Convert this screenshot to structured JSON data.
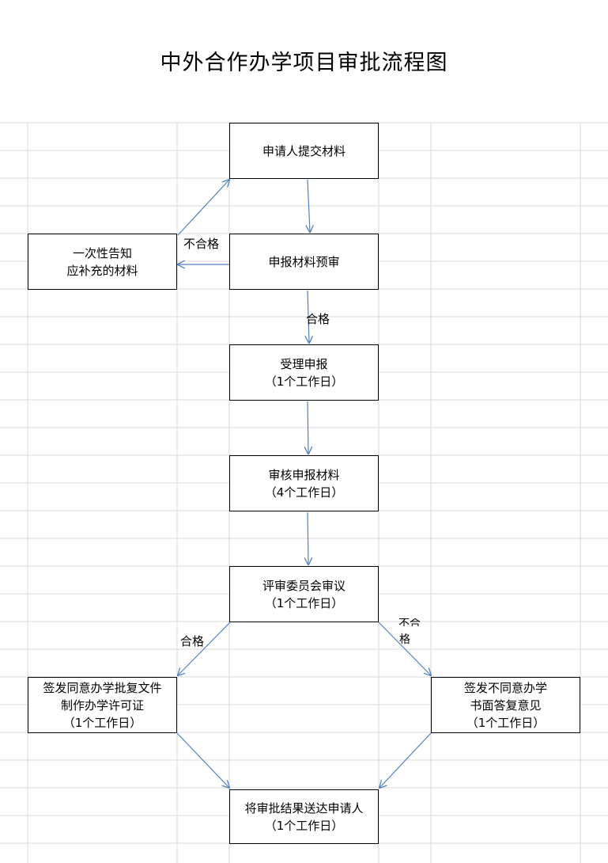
{
  "title": "中外合作办学项目审批流程图",
  "colors": {
    "grid": "#d9d9d9",
    "arrow": "#4f81bd",
    "box_border": "#000000"
  },
  "nodes": {
    "submit": {
      "line1": "申请人提交材料"
    },
    "precheck": {
      "line1": "申报材料预审"
    },
    "notify": {
      "line1": "一次性告知",
      "line2": "应补充的材料"
    },
    "accept": {
      "line1": "受理申报",
      "line2": "（1个工作日）"
    },
    "review": {
      "line1": "审核申报材料",
      "line2": "（4个工作日）"
    },
    "committee": {
      "line1": "评审委员会审议",
      "line2": "（1个工作日）"
    },
    "approve": {
      "line1": "签发同意办学批复文件",
      "line2": "制作办学许可证",
      "line3": "（1个工作日）"
    },
    "reject": {
      "line1": "签发不同意办学",
      "line2": "书面答复意见",
      "line3": "（1个工作日）"
    },
    "deliver": {
      "line1": "将审批结果送达申请人",
      "line2": "（1个工作日）"
    }
  },
  "labels": {
    "fail_precheck": "不合格",
    "pass_precheck": "合格",
    "pass_committee": "合格",
    "fail_committee_1": "不合",
    "fail_committee_2": "格"
  }
}
